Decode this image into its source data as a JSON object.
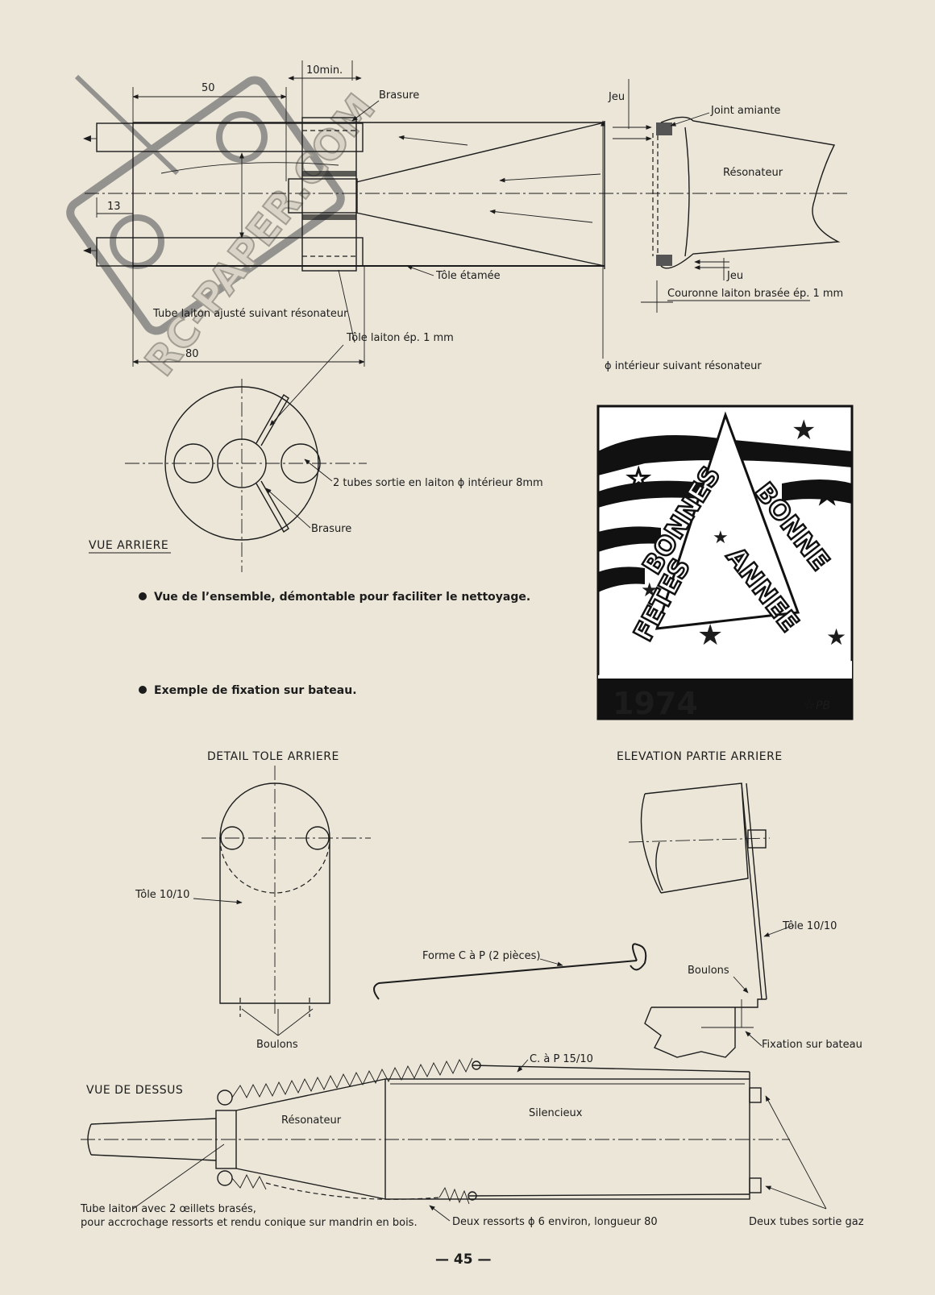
{
  "top_view": {
    "dim_10min": "10min.",
    "dim_50": "50",
    "dim_13": "13",
    "dim_80": "80",
    "brasure": "Brasure",
    "jeu_top": "Jeu",
    "joint_amiante": "Joint amiante",
    "resonateur": "Résonateur",
    "tole_etamee": "Tôle étamée",
    "jeu_bottom": "Jeu",
    "couronne": "Couronne laiton brasée ép. 1 mm",
    "tube_laiton": "Tube laiton ajusté suivant résonateur",
    "tole_laiton": "Tôle laiton ép. 1 mm",
    "phi_interieur": "ϕ intérieur suivant résonateur"
  },
  "rear_view": {
    "title": "VUE ARRIERE",
    "tubes": "2 tubes sortie en laiton ϕ intérieur 8mm",
    "brasure": "Brasure"
  },
  "captions": [
    "Vue de l’ensemble, démontable pour faciliter le nettoyage.",
    "Exemple de fixation sur bateau."
  ],
  "greeting_card": {
    "line1": "BONNES",
    "line2": "FETES",
    "line3": "BONNE",
    "line4": "ANNEE",
    "year": "1974",
    "signature": "PB"
  },
  "detail": {
    "title": "DETAIL TOLE ARRIERE",
    "tole": "Tôle 10/10",
    "boulons": "Boulons"
  },
  "elevation": {
    "title": "ELEVATION PARTIE ARRIERE",
    "tole": "Tôle 10/10",
    "boulons": "Boulons",
    "fixation": "Fixation sur bateau"
  },
  "forme": {
    "label": "Forme C à P (2 pièces)"
  },
  "vue_dessus": {
    "title": "VUE DE DESSUS",
    "cap": "C. à P 15/10",
    "resonateur": "Résonateur",
    "silencieux": "Silencieux",
    "tube_line1": "Tube laiton avec 2 œillets brasés,",
    "tube_line2": "pour accrochage ressorts et rendu conique sur mandrin en bois.",
    "ressorts": "Deux ressorts ϕ 6 environ, longueur 80",
    "tubes_gaz": "Deux tubes sortie gaz"
  },
  "watermark": "RC-PAPER.COM",
  "page_number": "— 45 —"
}
